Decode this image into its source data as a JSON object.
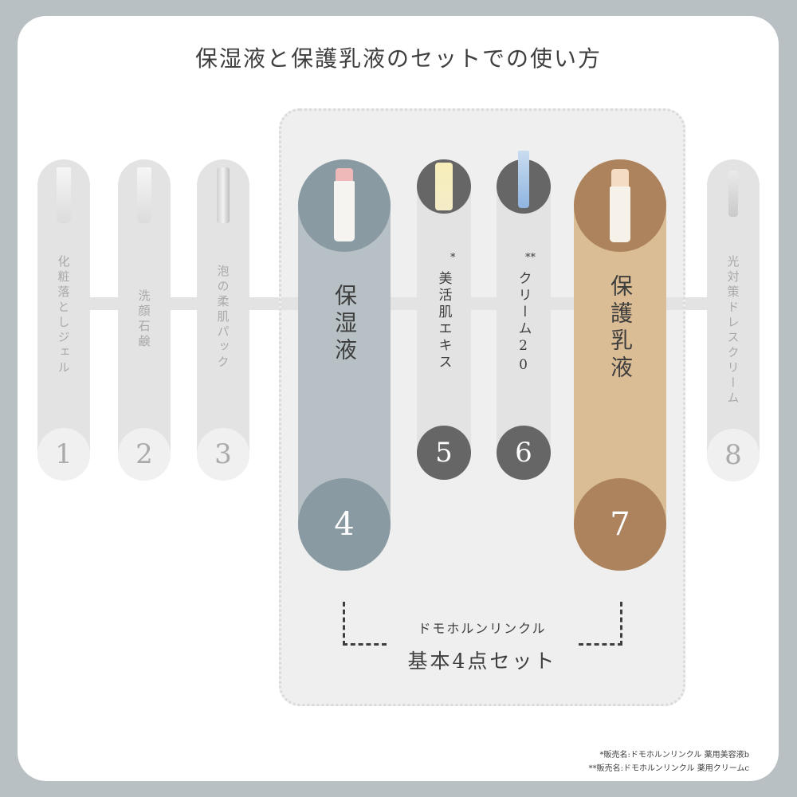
{
  "title": "保湿液と保護乳液のセットでの使い方",
  "steps": [
    {
      "num": "1",
      "label": "化粧落としジェル",
      "asterisk": ""
    },
    {
      "num": "2",
      "label": "洗顔石鹸",
      "asterisk": ""
    },
    {
      "num": "3",
      "label": "泡の柔肌パック",
      "asterisk": ""
    },
    {
      "num": "4",
      "label": "保湿液",
      "asterisk": ""
    },
    {
      "num": "5",
      "label": "美活肌エキス",
      "asterisk": "*"
    },
    {
      "num": "6",
      "label": "クリーム20",
      "asterisk": "**"
    },
    {
      "num": "7",
      "label": "保護乳液",
      "asterisk": ""
    },
    {
      "num": "8",
      "label": "光対策ドレスクリーム",
      "asterisk": ""
    }
  ],
  "set": {
    "brand": "ドモホルンリンクル",
    "name": "基本4点セット"
  },
  "footnotes": [
    "*販売名:ドモホルンリンクル 薬用美容液b",
    "**販売名:ドモホルンリンクル 薬用クリームc"
  ],
  "colors": {
    "background": "#b9c0c3",
    "moisture_dark": "#8a9aa3",
    "moisture_light": "#b7c0c4",
    "protect_dark": "#ac835d",
    "protect_light": "#dbbd95",
    "dark_circle": "#666666",
    "inactive_pill": "#e3e3e3"
  }
}
